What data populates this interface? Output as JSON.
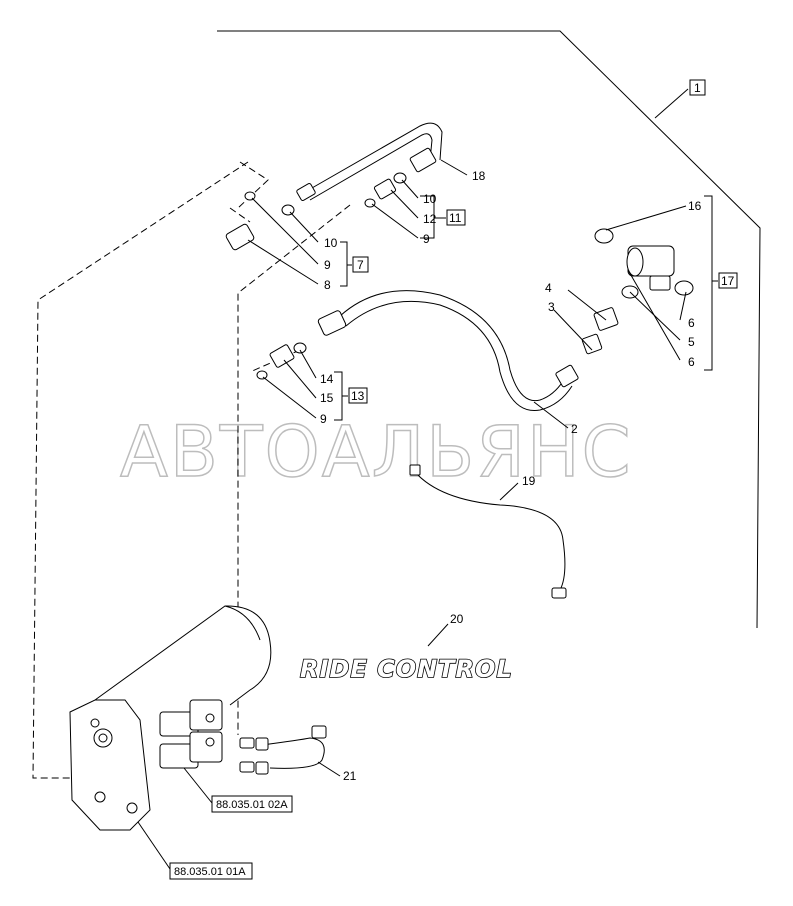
{
  "watermark": "АВТОАЛЬЯНС",
  "brand_label": "RIDE CONTROL",
  "callouts": {
    "c1": "1",
    "c2": "2",
    "c3": "3",
    "c4": "4",
    "c5": "5",
    "c6a": "6",
    "c6b": "6",
    "c7": "7",
    "c8": "8",
    "c9a": "9",
    "c9b": "9",
    "c9c": "9",
    "c10a": "10",
    "c10b": "10",
    "c11": "11",
    "c12": "12",
    "c13": "13",
    "c14": "14",
    "c15": "15",
    "c16": "16",
    "c17": "17",
    "c18": "18",
    "c19": "19",
    "c20": "20",
    "c21": "21"
  },
  "references": {
    "ref_a": "88.035.01 02A",
    "ref_b": "88.035.01 01A"
  }
}
